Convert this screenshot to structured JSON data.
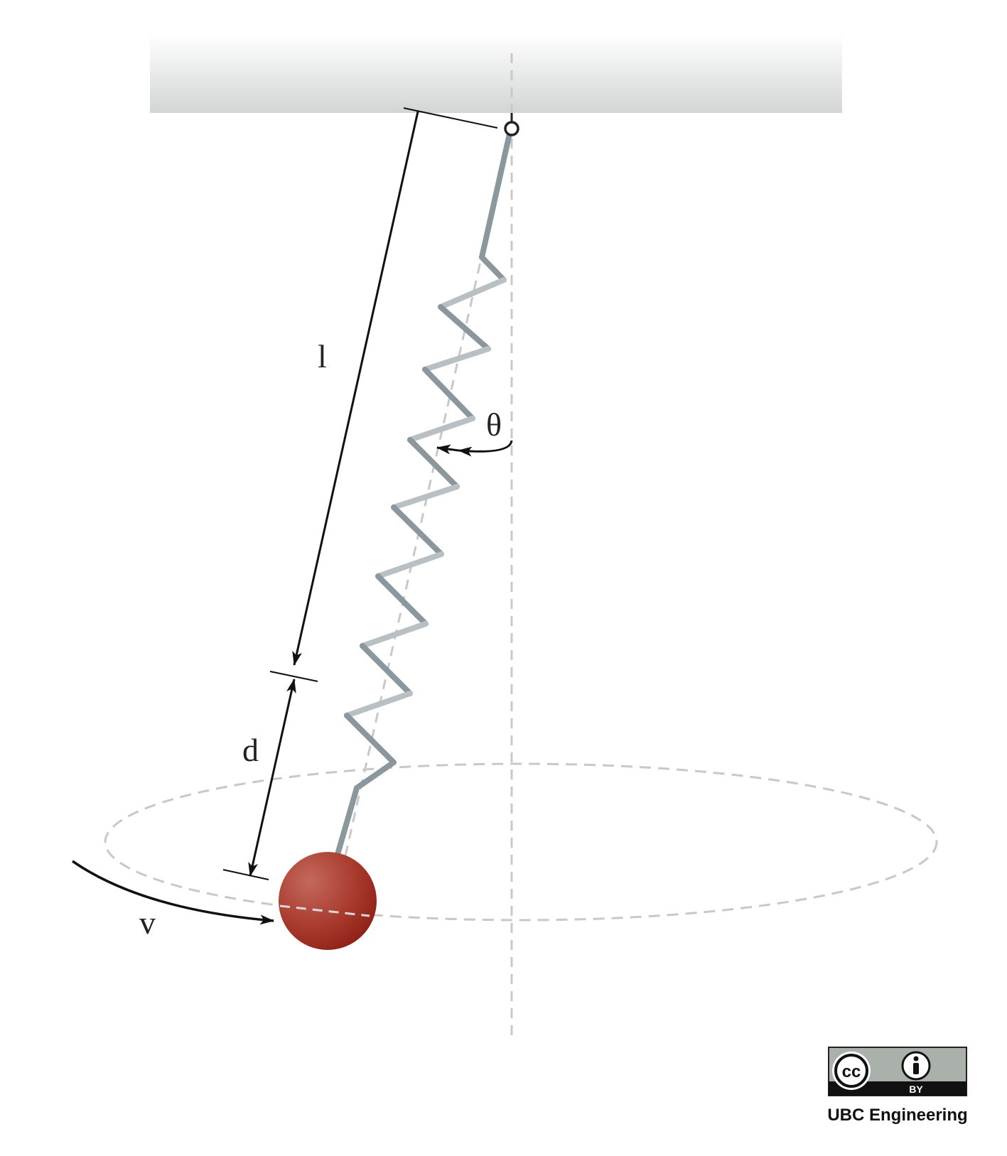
{
  "diagram": {
    "symbols": {
      "length": "l",
      "extension": "d",
      "angle": "θ",
      "velocity": "v"
    },
    "colors": {
      "ceiling_top": "#ffffff",
      "ceiling_bottom": "#d3d4d4",
      "spring_dark": "#8a979d",
      "spring_light": "#b9c0c3",
      "guide_dash": "#c8c8c8",
      "mass_light": "#c4695c",
      "mass_dark": "#8d1f16",
      "annotation": "#111111"
    },
    "elements": [
      "ceiling",
      "pivot",
      "spring",
      "mass",
      "vertical-axis",
      "circular-path",
      "length-dimension",
      "extension-dimension",
      "angle-arrow",
      "velocity-arrow"
    ]
  },
  "license": {
    "cc_label": "cc",
    "by_label": "BY",
    "attribution": "UBC Engineering",
    "icons": [
      "cc-icon",
      "person-icon"
    ]
  }
}
